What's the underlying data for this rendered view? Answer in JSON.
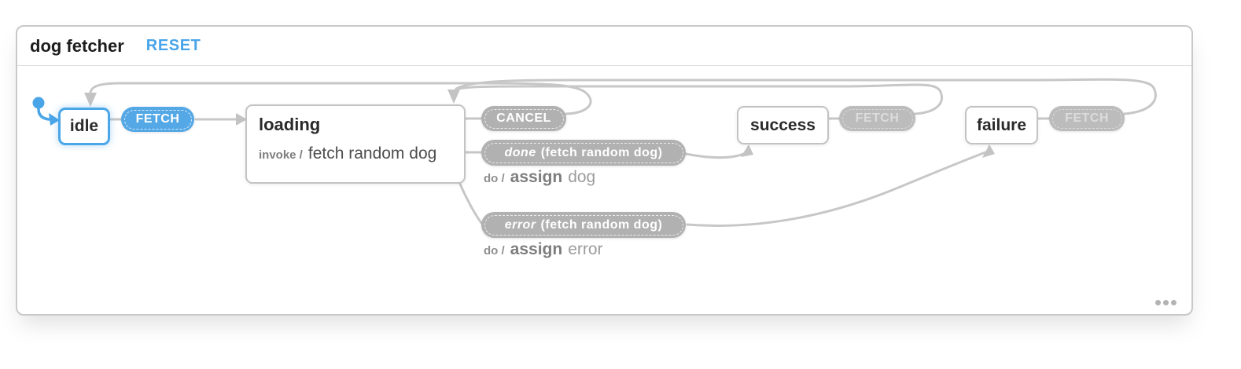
{
  "header": {
    "title": "dog fetcher",
    "reset": "RESET"
  },
  "machine": {
    "states": {
      "idle": {
        "label": "idle",
        "active": true
      },
      "loading": {
        "label": "loading",
        "invoke_prefix": "invoke /",
        "invoke_src": "fetch random dog"
      },
      "success": {
        "label": "success"
      },
      "failure": {
        "label": "failure"
      }
    },
    "events": {
      "fetch_idle": {
        "label": "FETCH",
        "active": true
      },
      "cancel": {
        "label": "CANCEL"
      },
      "done": {
        "name": "done",
        "arg": "(fetch random dog)",
        "action_prefix": "do /",
        "action_name": "assign",
        "action_arg": "dog"
      },
      "error": {
        "name": "error",
        "arg": "(fetch random dog)",
        "action_prefix": "do /",
        "action_name": "assign",
        "action_arg": "error"
      },
      "fetch_success": {
        "label": "FETCH",
        "muted": true
      },
      "fetch_failure": {
        "label": "FETCH",
        "muted": true
      }
    },
    "transitions": [
      "initial -> idle",
      "idle -FETCH-> loading",
      "loading -CANCEL-> idle",
      "loading -done(fetch random dog)-> success",
      "loading -error(fetch random dog)-> failure",
      "success -FETCH-> loading",
      "failure -FETCH-> loading"
    ]
  },
  "footer": {
    "more_icon": "more-options-ellipsis"
  },
  "colors": {
    "active_blue": "#55a8e6",
    "reset_blue": "#49a4e9",
    "pill_gray": "#b1b1b1",
    "muted_pill_gray": "#bcbcbc",
    "edge_gray": "#c7c7c7",
    "state_border_gray": "#c3c3c3"
  }
}
